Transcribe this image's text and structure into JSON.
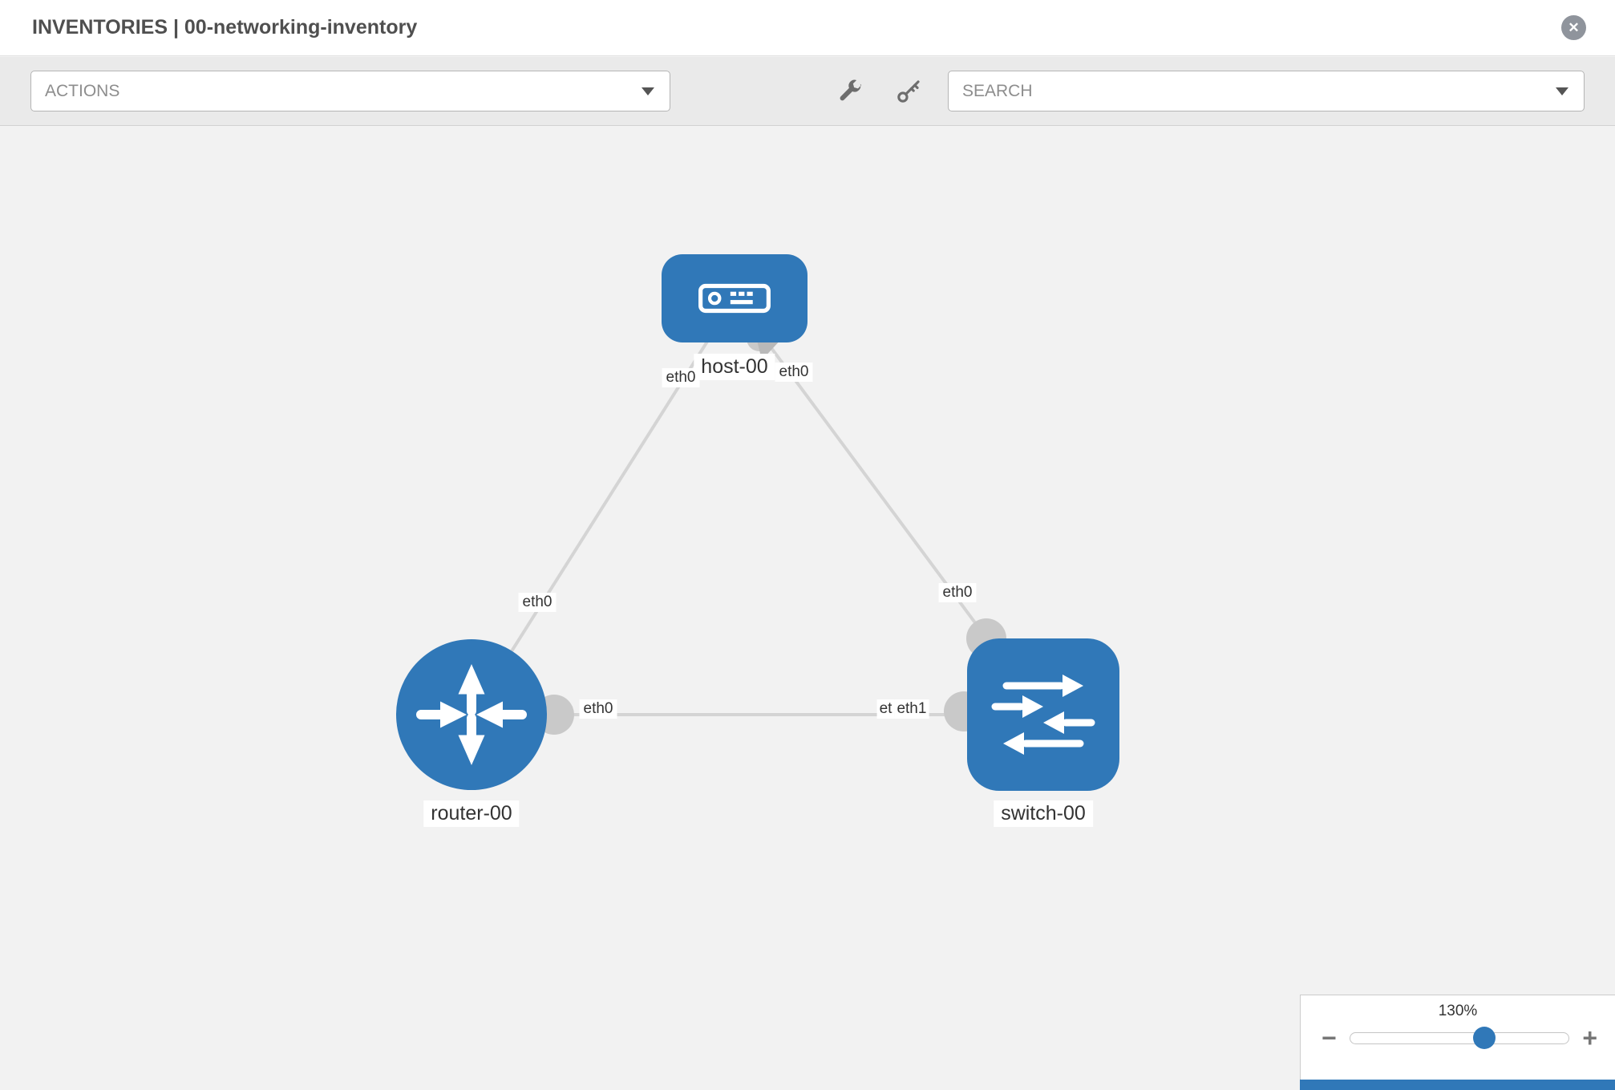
{
  "header": {
    "title": "INVENTORIES | 00-networking-inventory",
    "close_glyph": "✕"
  },
  "toolbar": {
    "actions_label": "ACTIONS",
    "search_label": "SEARCH",
    "icons": [
      "wrench-icon",
      "key-icon"
    ]
  },
  "topology": {
    "nodes": [
      {
        "label": "host-00",
        "type": "host"
      },
      {
        "label": "router-00",
        "type": "router"
      },
      {
        "label": "switch-00",
        "type": "switch"
      }
    ],
    "links": [
      {
        "source": "host-00",
        "source_label": "eth0",
        "target": "router-00",
        "target_label": "eth0"
      },
      {
        "source": "host-00",
        "source_label": "eth0",
        "target": "switch-00",
        "target_label": "eth0"
      },
      {
        "source": "router-00",
        "source_label": "eth0",
        "target": "switch-00",
        "target_label": "eth1",
        "target_label_overlap": "et"
      }
    ]
  },
  "zoom": {
    "percent": "130%",
    "minus": "−",
    "plus": "+"
  },
  "colors": {
    "node_blue": "#3078b8",
    "link_gray": "#d4d4d4",
    "endpoint_gray": "#c9c9c9"
  }
}
